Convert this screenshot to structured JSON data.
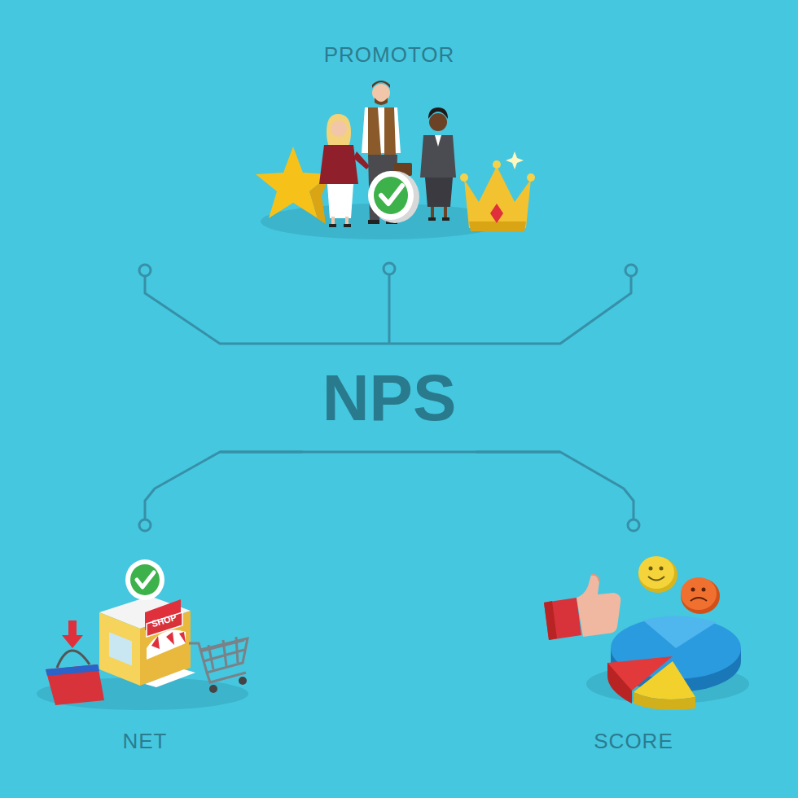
{
  "diagram": {
    "nodes": [
      {
        "text": [
          "PROMOTOR"
        ]
      },
      {
        "text": [
          "NPS"
        ]
      },
      {
        "text": [
          "NET"
        ]
      },
      {
        "text": [
          "SCORE"
        ]
      }
    ],
    "edges": [
      {
        "from": 1,
        "to": 0,
        "arrow": "none"
      },
      {
        "from": 1,
        "to": 2,
        "arrow": "none"
      },
      {
        "from": 1,
        "to": 3,
        "arrow": "none"
      }
    ],
    "labels": [
      "SHOP"
    ]
  }
}
